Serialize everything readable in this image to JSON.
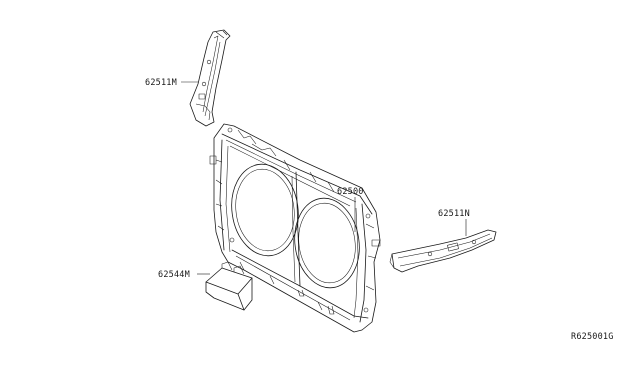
{
  "diagram": {
    "callouts": {
      "part_62511m": "62511M",
      "part_62500": "62500",
      "part_62511n": "62511N",
      "part_62544m": "62544M"
    },
    "reference_code": "R625001G"
  }
}
